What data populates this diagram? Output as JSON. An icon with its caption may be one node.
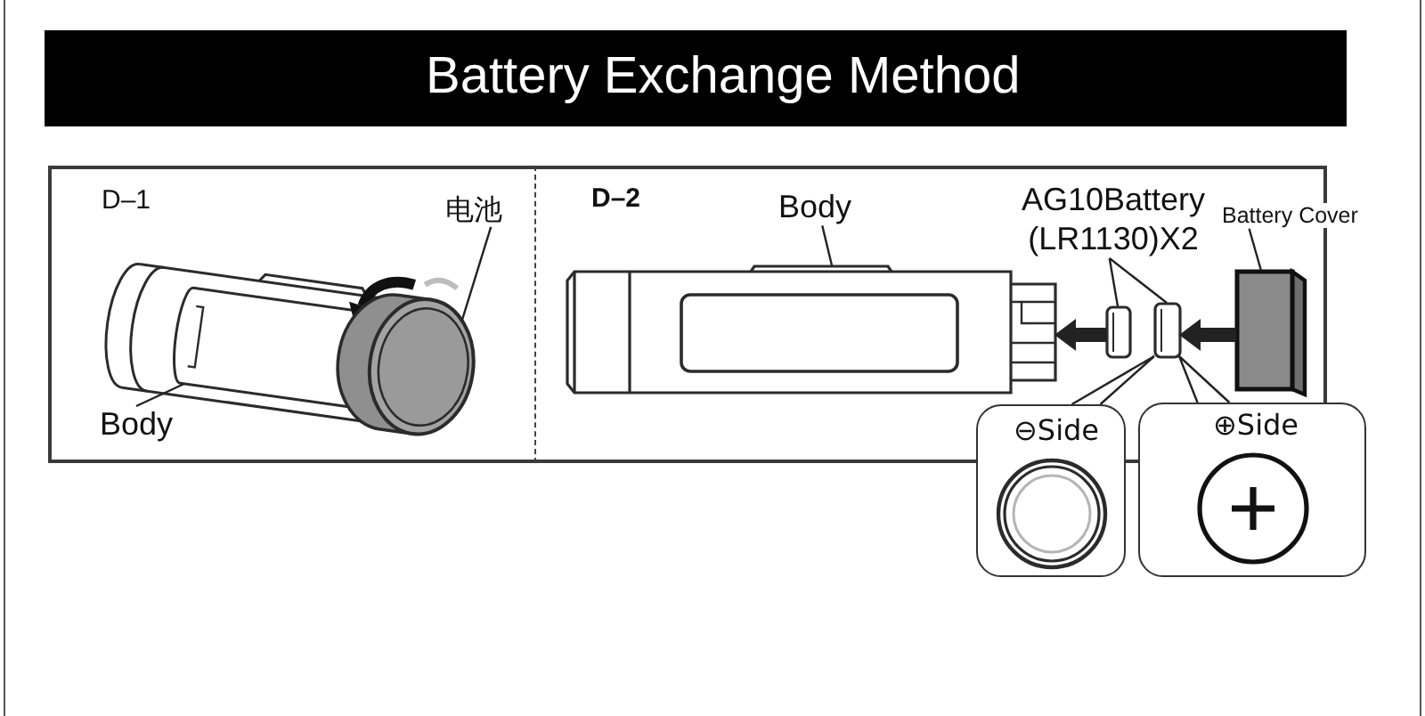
{
  "diagram": {
    "title": "Battery Exchange Method",
    "nodes": [
      {
        "text": [
          "D–1"
        ]
      },
      {
        "text": [
          "电池"
        ],
        "in": 0
      },
      {
        "text": [],
        "shape": "picture",
        "in": 0
      },
      {
        "text": [],
        "shape": "cylinder",
        "in": 2
      },
      {
        "text": [
          "Body"
        ],
        "in": 0
      },
      {
        "text": [
          "D–2"
        ]
      },
      {
        "text": [
          "Body"
        ],
        "in": 5
      },
      {
        "text": [],
        "shape": "picture",
        "in": 5
      },
      {
        "text": [
          "AG10Battery (LR1130)X2"
        ],
        "in": 5
      },
      {
        "text": [],
        "shape": "cylinder",
        "in": 5
      },
      {
        "text": [],
        "shape": "cylinder",
        "in": 5
      },
      {
        "text": [
          "Battery Cover"
        ]
      },
      {
        "text": [],
        "shape": "box",
        "in": 5
      },
      {
        "text": [
          "⊖Side"
        ]
      },
      {
        "text": [
          "⊕Side"
        ]
      }
    ],
    "edges": [
      {
        "from": 1,
        "to": 3,
        "arrow": "none"
      },
      {
        "from": 4,
        "to": 2,
        "arrow": "none"
      },
      {
        "from": 6,
        "to": 7,
        "arrow": "none"
      },
      {
        "from": 8,
        "to": 9,
        "arrow": "none"
      },
      {
        "from": 8,
        "to": 10,
        "arrow": "none"
      },
      {
        "from": 11,
        "to": 12,
        "arrow": "none"
      },
      {
        "from": 12,
        "to": 10,
        "arrow": "to",
        "style": "thick"
      },
      {
        "from": 9,
        "to": 7,
        "arrow": "to",
        "style": "thick"
      },
      {
        "from": 13,
        "to": 10,
        "arrow": "none"
      },
      {
        "from": 14,
        "to": 10,
        "arrow": "none"
      }
    ]
  }
}
